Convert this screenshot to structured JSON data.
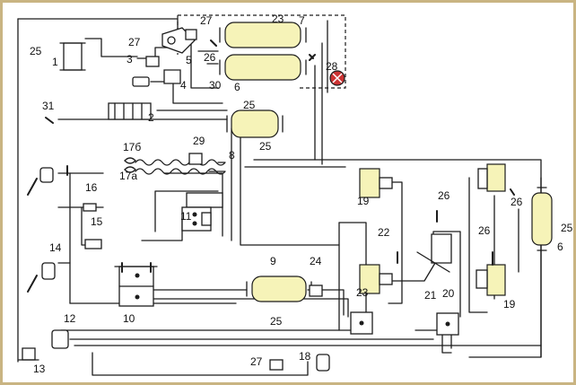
{
  "diagram": {
    "labels": [
      "1",
      "2",
      "3",
      "4",
      "5",
      "6",
      "6",
      "7",
      "8",
      "9",
      "10",
      "11",
      "12",
      "13",
      "14",
      "15",
      "16",
      "17а",
      "17б",
      "18",
      "19",
      "19",
      "20",
      "21",
      "22",
      "23",
      "23",
      "24",
      "25",
      "25",
      "25",
      "25",
      "25",
      "26",
      "26",
      "26",
      "26",
      "27",
      "27",
      "27",
      "28",
      "29",
      "30",
      "31"
    ],
    "colors": {
      "tank_fill": "#f6f3b8",
      "line": "#1c1c1c",
      "frame": "#c9b482",
      "valve_red": "#cc3333"
    }
  }
}
